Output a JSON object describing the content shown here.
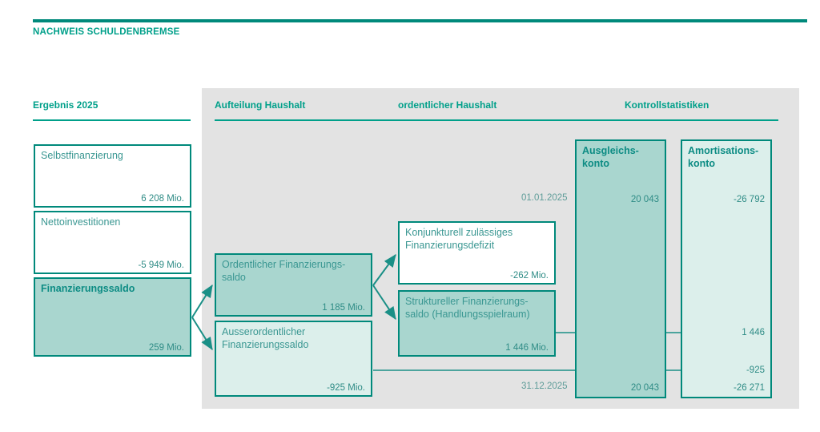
{
  "document": {
    "title": "NACHWEIS SCHULDENBREMSE",
    "accent_color": "#00a08a",
    "rule_color": "#00897b",
    "panel_color": "#e3e3e3",
    "fill_mid": "#a9d6cf",
    "fill_light": "#dcefeb"
  },
  "columns": {
    "left_header": "Ergebnis 2025",
    "header_1": "Aufteilung Haushalt",
    "header_2": "ordentlicher Haushalt",
    "header_3": "Kontrollstatistiken"
  },
  "boxes": {
    "selbstfinanzierung": {
      "label": "Selbstfinanzierung",
      "value": "6 208 Mio."
    },
    "nettoinvestitionen": {
      "label": "Nettoinvestitionen",
      "value": "-5 949 Mio."
    },
    "finanzierungssaldo": {
      "label": "Finanzierungssaldo",
      "value": "259 Mio."
    },
    "ordentlicher_finanzierungssaldo": {
      "label": "Ordentlicher Finanzierungs-saldo",
      "value": "1 185 Mio."
    },
    "ausserordentlicher_finanzierungssaldo": {
      "label": "Ausserordentlicher Finanzierungssaldo",
      "value": "-925 Mio."
    },
    "konjunkturell_zulaessiges_finanzierungsdefizit": {
      "label": "Konjunkturell zulässiges Finanzierungsdefizit",
      "value": "-262 Mio."
    },
    "struktureller_finanzierungssaldo": {
      "label": "Struktureller Finanzierungs-saldo (Handlungsspielraum)",
      "value": "1 446 Mio."
    },
    "ausgleichskonto": {
      "label": "Ausgleichs-konto",
      "opening_value": "20 043",
      "closing_value": "20 043"
    },
    "amortisationskonto": {
      "label": "Amortisations-konto",
      "opening_value": "-26 792",
      "inflow_1": "1 446",
      "inflow_2": "-925",
      "closing_value": "-26 271"
    }
  },
  "dates": {
    "opening": "01.01.2025",
    "closing": "31.12.2025"
  },
  "chart_data": {
    "type": "diagram",
    "title": "NACHWEIS SCHULDENBREMSE",
    "nodes": [
      {
        "id": "selbstfinanzierung",
        "label": "Selbstfinanzierung",
        "value": 6208,
        "unit": "Mio.",
        "column": "Ergebnis 2025"
      },
      {
        "id": "nettoinvestitionen",
        "label": "Nettoinvestitionen",
        "value": -5949,
        "unit": "Mio.",
        "column": "Ergebnis 2025"
      },
      {
        "id": "finanzierungssaldo",
        "label": "Finanzierungssaldo",
        "value": 259,
        "unit": "Mio.",
        "column": "Ergebnis 2025"
      },
      {
        "id": "ordentlicher",
        "label": "Ordentlicher Finanzierungssaldo",
        "value": 1185,
        "unit": "Mio.",
        "column": "Aufteilung Haushalt"
      },
      {
        "id": "ausserordentlicher",
        "label": "Ausserordentlicher Finanzierungssaldo",
        "value": -925,
        "unit": "Mio.",
        "column": "Aufteilung Haushalt"
      },
      {
        "id": "konjunkturell",
        "label": "Konjunkturell zulässiges Finanzierungsdefizit",
        "value": -262,
        "unit": "Mio.",
        "column": "ordentlicher Haushalt"
      },
      {
        "id": "strukturell",
        "label": "Struktureller Finanzierungssaldo (Handlungsspielraum)",
        "value": 1446,
        "unit": "Mio.",
        "column": "ordentlicher Haushalt"
      },
      {
        "id": "ausgleichskonto",
        "label": "Ausgleichskonto",
        "opening": 20043,
        "closing": 20043,
        "column": "Kontrollstatistiken"
      },
      {
        "id": "amortisationskonto",
        "label": "Amortisationskonto",
        "opening": -26792,
        "closing": -26271,
        "inflows": [
          1446,
          -925
        ],
        "column": "Kontrollstatistiken"
      }
    ],
    "edges": [
      {
        "from": "finanzierungssaldo",
        "to": "ordentlicher"
      },
      {
        "from": "finanzierungssaldo",
        "to": "ausserordentlicher"
      },
      {
        "from": "ordentlicher",
        "to": "konjunkturell"
      },
      {
        "from": "ordentlicher",
        "to": "strukturell"
      },
      {
        "from": "strukturell",
        "to": "amortisationskonto",
        "value": 1446
      },
      {
        "from": "ausserordentlicher",
        "to": "amortisationskonto",
        "value": -925
      }
    ]
  }
}
